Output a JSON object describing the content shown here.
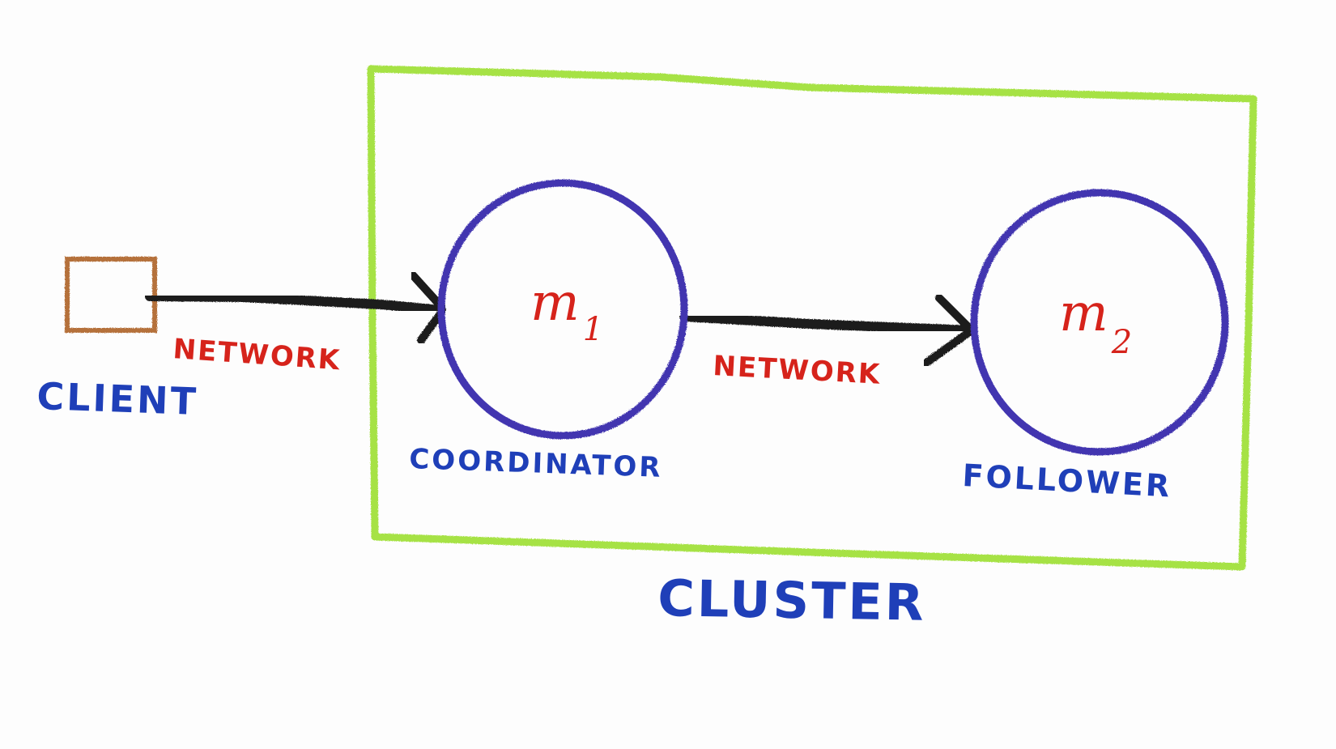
{
  "colors": {
    "cluster_border": "#a6e245",
    "node_border": "#4236b0",
    "arrow": "#1b1b1b",
    "client_box": "#b5713a",
    "red_text": "#d6231b",
    "blue_text": "#1f3fb8"
  },
  "client": {
    "label": "CLIENT"
  },
  "cluster": {
    "label": "CLUSTER"
  },
  "nodes": {
    "m1": {
      "main": "m",
      "sub": "1",
      "role": "COORDINATOR"
    },
    "m2": {
      "main": "m",
      "sub": "2",
      "role": "FOLLOWER"
    }
  },
  "edges": {
    "client_to_m1": {
      "label": "NETWORK"
    },
    "m1_to_m2": {
      "label": "NETWORK"
    }
  }
}
